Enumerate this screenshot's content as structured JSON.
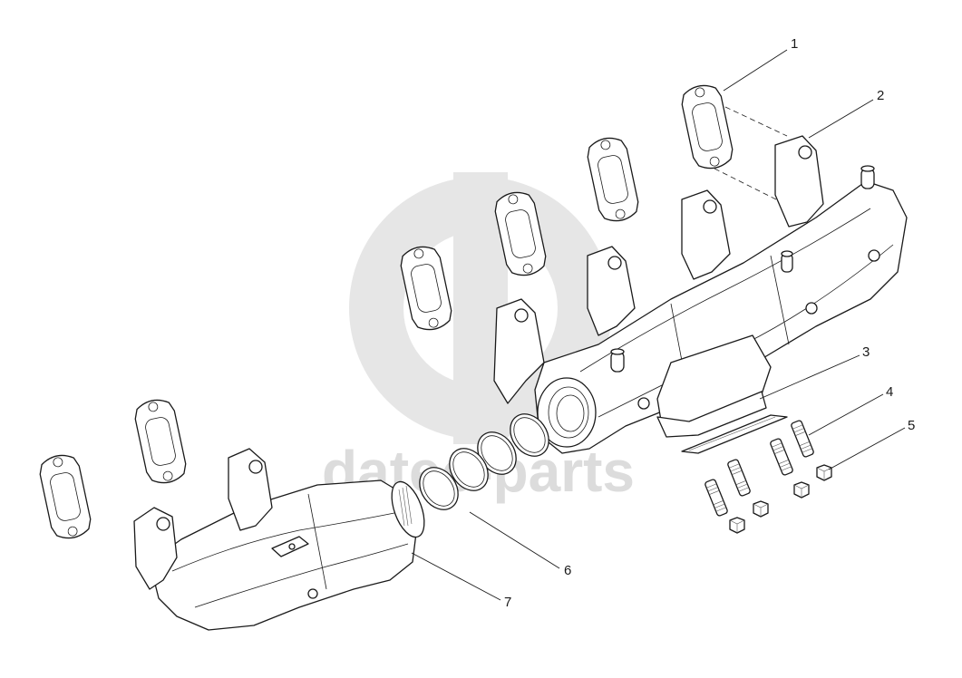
{
  "watermark": {
    "text": "datec-parts",
    "color": "#dcdcdc"
  },
  "callouts": [
    {
      "id": "1",
      "label": "1"
    },
    {
      "id": "2",
      "label": "2"
    },
    {
      "id": "3",
      "label": "3"
    },
    {
      "id": "4",
      "label": "4"
    },
    {
      "id": "5",
      "label": "5"
    },
    {
      "id": "6",
      "label": "6"
    },
    {
      "id": "7",
      "label": "7"
    }
  ],
  "colors": {
    "line": "#1a1a1a",
    "background": "#ffffff"
  }
}
